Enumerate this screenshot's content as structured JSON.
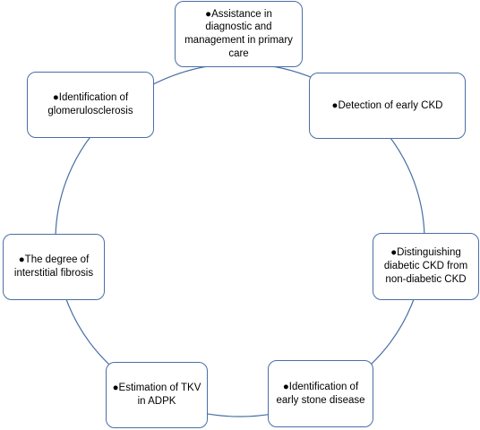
{
  "diagram": {
    "type": "cycle",
    "ring_color": "#4a6fa5",
    "node_border_color": "#4a6fa5",
    "nodes": [
      {
        "id": "node-1",
        "label": "●Assistance in diagnostic and management  in primary care"
      },
      {
        "id": "node-2",
        "label": "●Detection  of early CKD"
      },
      {
        "id": "node-3",
        "label": "●Distinguishing diabetic CKD from non-diabetic CKD"
      },
      {
        "id": "node-4",
        "label": "●Identification of early stone disease"
      },
      {
        "id": "node-5",
        "label": "●Estimation of TKV  in ADPK"
      },
      {
        "id": "node-6",
        "label": "●The degree  of interstitial fibrosis"
      },
      {
        "id": "node-7",
        "label": "●Identification of glomerulosclerosis"
      }
    ]
  }
}
